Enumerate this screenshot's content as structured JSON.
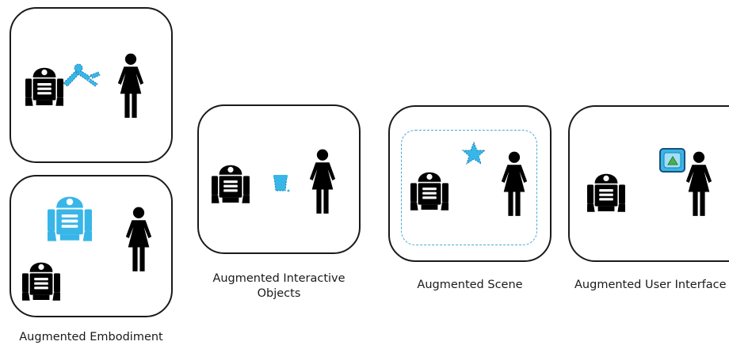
{
  "colors": {
    "figure": "#000000",
    "augmented": "#38b6e8",
    "frame": "#1a1a1a",
    "augmented_border": "#1c7fb5"
  },
  "captions": {
    "embodiment": "Augmented Embodiment",
    "interactive_objects": "Augmented Interactive\nObjects",
    "scene": "Augmented Scene",
    "user_interface": "Augmented User Interface"
  },
  "icons": [
    "robot-icon",
    "person-icon",
    "robot-arm-icon",
    "cup-icon",
    "star-icon",
    "ui-window-icon",
    "virtual-robot-icon"
  ]
}
